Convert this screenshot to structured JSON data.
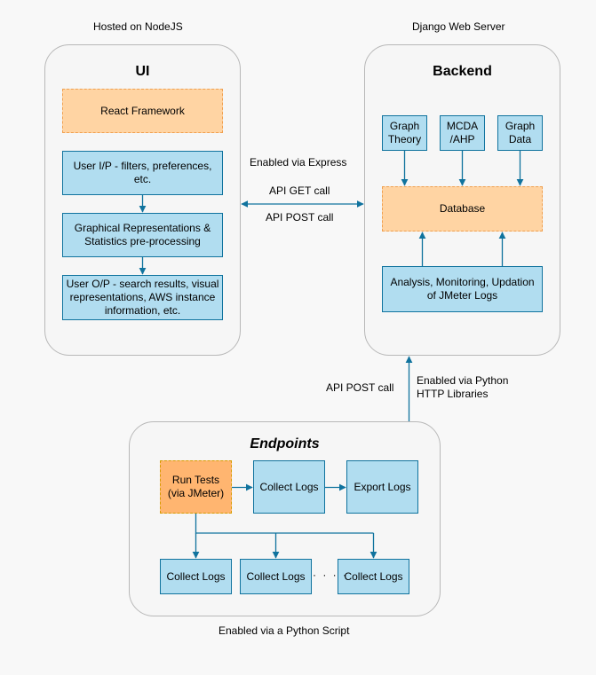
{
  "labels": {
    "hosted_nodejs": "Hosted on NodeJS",
    "django_server": "Django Web Server",
    "enabled_express": "Enabled via Express",
    "api_get": "API GET call",
    "api_post_top": "API POST call",
    "api_post_bottom": "API POST call",
    "enabled_python_http": "Enabled via Python\nHTTP Libraries",
    "enabled_python_script": "Enabled via a Python Script"
  },
  "ui": {
    "title": "UI",
    "react": "React Framework",
    "user_input": "User I/P - filters, preferences, etc.",
    "graphical": "Graphical Representations & Statistics pre-processing",
    "user_output": "User O/P - search results, visual representations, AWS instance information, etc."
  },
  "backend": {
    "title": "Backend",
    "graph_theory": "Graph Theory",
    "mcda": "MCDA /AHP",
    "graph_data": "Graph Data",
    "database": "Database",
    "analysis": "Analysis, Monitoring, Updation of JMeter Logs"
  },
  "endpoints": {
    "title": "Endpoints",
    "run_tests": "Run Tests (via JMeter)",
    "collect_logs_main": "Collect Logs",
    "export_logs": "Export Logs",
    "collect_logs_1": "Collect Logs",
    "collect_logs_2": "Collect Logs",
    "collect_logs_3": "Collect Logs",
    "ellipsis": "· · · ·"
  },
  "colors": {
    "blue_fill": "#b1ddf0",
    "blue_stroke": "#10739e",
    "peach_fill": "#ffd4a3",
    "orange_fill": "#ffb570",
    "arrow": "#10739e"
  }
}
